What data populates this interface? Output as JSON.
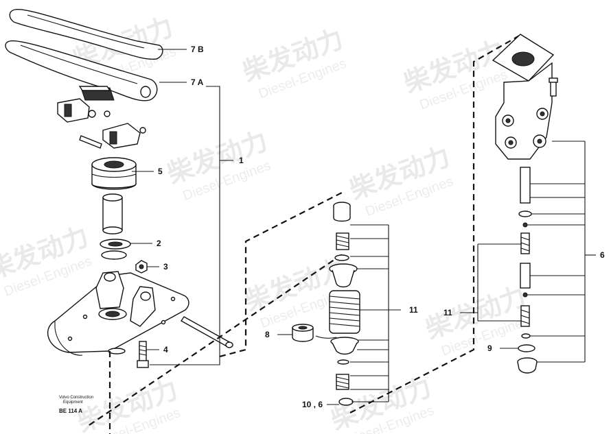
{
  "watermark": {
    "brand": "柴发动力",
    "sub": "Diesel-Engines"
  },
  "labels": {
    "p7b": "7 B",
    "p7a": "7 A",
    "p1": "1",
    "p5": "5",
    "p2": "2",
    "p3": "3",
    "p4": "4",
    "p8": "8",
    "p11_mid": "11",
    "p10_6": "10 , 6",
    "p6": "6",
    "p11_right": "11",
    "p9": "9"
  },
  "footer": {
    "maker_line1": "Volvo Construction",
    "maker_line2": "Equipment",
    "drawing_code": "BE 114 A"
  }
}
